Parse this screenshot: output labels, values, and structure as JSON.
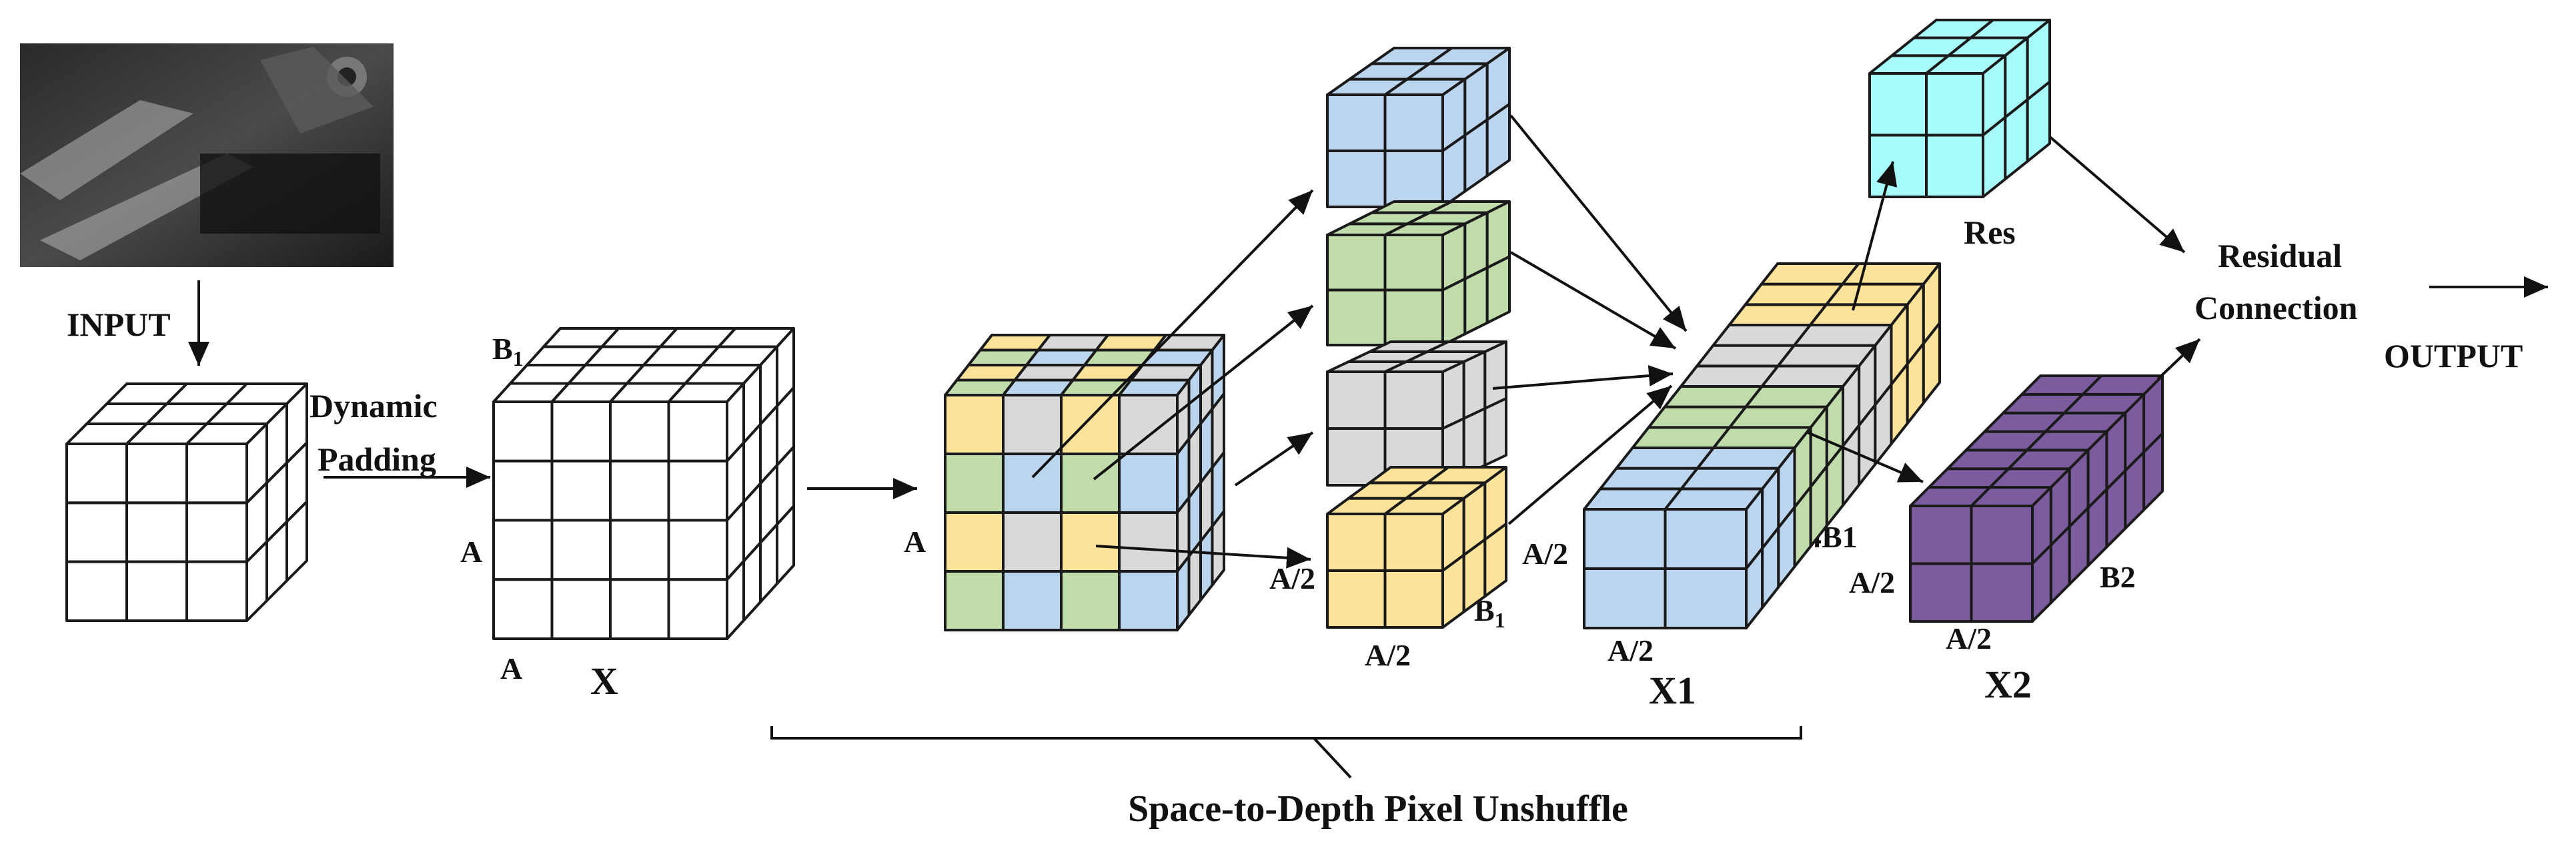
{
  "labels": {
    "input": "INPUT",
    "dynamic_padding_1": "Dynamic",
    "dynamic_padding_2": "Padding",
    "x_b": "B",
    "x_b_sub": "1",
    "x_a_left": "A",
    "x_a_bottom": "A",
    "x_name": "X",
    "mid_a": "A",
    "stack_a2_left": "A/2",
    "stack_a2_bottom": "A/2",
    "stack_b": "B",
    "stack_b_sub": "1",
    "x1_a2_left": "A/2",
    "x1_a2_bottom": "A/2",
    "x1_depth": "4B1",
    "x1_name": "X1",
    "res": "Res",
    "residual_1": "Residual",
    "residual_2": "Connection",
    "output": "OUTPUT",
    "x2_a2_left": "A/2",
    "x2_a2_bottom": "A/2",
    "x2_depth": "B2",
    "x2_name": "X2",
    "bracket_caption": "Space-to-Depth Pixel Unshuffle"
  },
  "colors": {
    "white": "#ffffff",
    "blue": "#bcd5ee",
    "green": "#bfdcaa",
    "gray": "#d9d9d9",
    "yellow": "#fde39a",
    "cyan": "#a7fbfb",
    "purple": "#7c5b9e"
  },
  "input_image": {
    "icon": "photo-thumbnail-icon",
    "description_visible": false
  }
}
